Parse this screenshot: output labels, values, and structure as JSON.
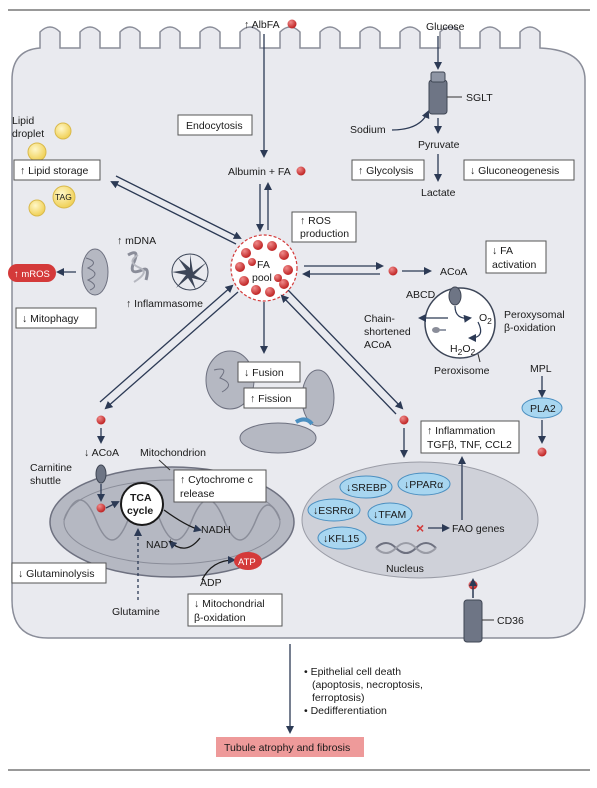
{
  "top": {
    "albfa": "↑ AlbFA",
    "glucose": "Glucose",
    "sglt": "SGLT",
    "sodium": "Sodium",
    "pyruvate": "Pyruvate",
    "lactate": "Lactate"
  },
  "left": {
    "lipid_droplet_1": "Lipid",
    "lipid_droplet_2": "droplet",
    "tag": "TAG",
    "lipid_storage": "↑ Lipid storage"
  },
  "center": {
    "endocytosis": "Endocytosis",
    "albumin_fa": "Albumin + FA",
    "ros_1": "↑ ROS",
    "ros_2": "production",
    "fa_pool_1": "FA",
    "fa_pool_2": "pool",
    "fusion": "↓ Fusion",
    "fission": "↑ Fission"
  },
  "glycolysis": "↑ Glycolysis",
  "gluconeogenesis": "↓ Gluconeogenesis",
  "mito_left": {
    "mdna": "↑ mDNA",
    "mros": "↑ mROS",
    "inflammasome": "↑ Inflammasome",
    "mitophagy": "↓ Mitophagy"
  },
  "peroxisome": {
    "fa_activation_1": "↓ FA",
    "fa_activation_2": "activation",
    "acoa": "ACoA",
    "abcd": "ABCD",
    "px_ox_1": "Peroxysomal",
    "px_ox_2": "β-oxidation",
    "chain_1": "Chain-",
    "chain_2": "shortened",
    "chain_3": "ACoA",
    "o2": "O",
    "o2_sub": "2",
    "h2o2_a": "H",
    "h2o2_sub1": "2",
    "h2o2_b": "O",
    "h2o2_sub2": "2",
    "label": "Peroxisome"
  },
  "mpl": {
    "mpl": "MPL",
    "pla2": "PLA2"
  },
  "mitochondrion": {
    "acoa": "↓ ACoA",
    "label": "Mitochondrion",
    "carnitine_1": "Carnitine",
    "carnitine_2": "shuttle",
    "tca_1": "TCA",
    "tca_2": "cycle",
    "nadh": "NADH",
    "nad": "NAD",
    "nad_sup": "+",
    "atp": "ATP",
    "adp": "ADP",
    "cytc_1": "↑ Cytochrome c",
    "cytc_2": "release",
    "glutaminolysis": "↓ Glutaminolysis",
    "glutamine": "Glutamine",
    "mito_ox_1": "↓ Mitochondrial",
    "mito_ox_2": "β-oxidation"
  },
  "nucleus": {
    "inflam_1": "↑ Inflammation",
    "inflam_2": "TGFβ, TNF, CCL2",
    "srebp": "↓SREBP",
    "ppara": "↓PPARα",
    "esrra": "↓ESRRα",
    "tfam": "↓TFAM",
    "kfl15": "↓KFL15",
    "fao_genes": "FAO genes",
    "label": "Nucleus"
  },
  "cd36": "CD36",
  "outcomes": {
    "death_1": "• Epithelial cell death",
    "death_2": "(apoptosis, necroptosis,",
    "death_3": "ferroptosis)",
    "dediff": "• Dedifferentiation",
    "final": "Tubule atrophy and fibrosis"
  },
  "colors": {
    "cell": "#e9eaef",
    "cellStroke": "#8a8d99",
    "red": "#d43a3a",
    "yellow": "#f6dc76",
    "blue": "#7ec3e8",
    "nucleus": "#cfd1d9",
    "final": "#ee9a9a"
  }
}
